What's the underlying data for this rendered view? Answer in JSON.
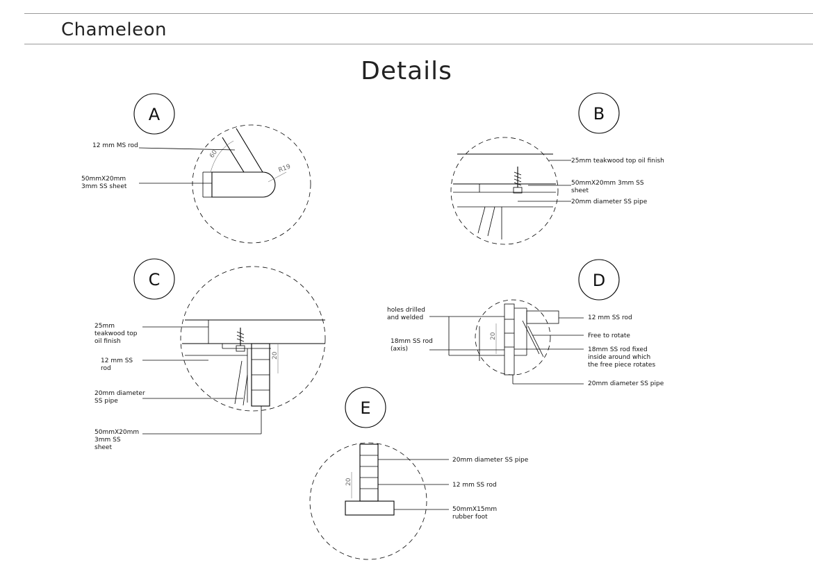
{
  "header": {
    "title": "Chameleon"
  },
  "page_title": "Details",
  "details": {
    "a": {
      "badge": "A",
      "labels": [
        "12 mm MS rod",
        "50mmX20mm",
        "3mm SS sheet"
      ],
      "dims": [
        "60",
        "R19"
      ]
    },
    "b": {
      "badge": "B",
      "labels": [
        "25mm teakwood top oil finish",
        "50mmX20mm 3mm SS",
        "sheet",
        "20mm diameter SS pipe"
      ]
    },
    "c": {
      "badge": "C",
      "labels": [
        "25mm",
        "teakwood top",
        "oil finish",
        "12 mm SS",
        "rod",
        "20mm diameter",
        "SS pipe",
        "50mmX20mm",
        "3mm SS",
        "sheet"
      ],
      "dims": [
        "20"
      ]
    },
    "d": {
      "badge": "D",
      "labels": [
        "holes drilled",
        "and welded",
        "18mm SS rod",
        "(axis)",
        "12 mm SS rod",
        "Free to rotate",
        "18mm SS rod fixed",
        "inside around which",
        "the free piece rotates",
        "20mm diameter SS pipe"
      ],
      "dims": [
        "20"
      ]
    },
    "e": {
      "badge": "E",
      "labels": [
        "20mm diameter SS pipe",
        "12 mm SS rod",
        "50mmX15mm",
        "rubber foot"
      ],
      "dims": [
        "20"
      ]
    }
  }
}
